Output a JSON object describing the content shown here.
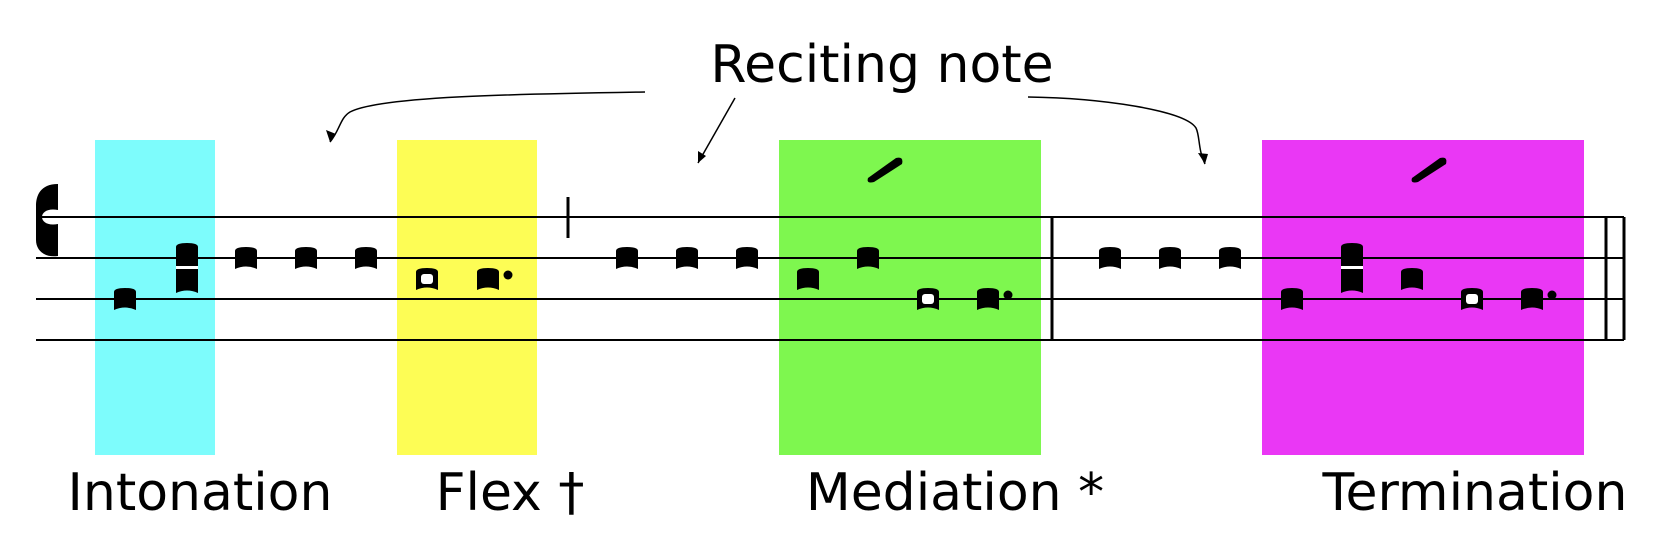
{
  "title_label": "Reciting note",
  "sections": [
    {
      "id": "intonation",
      "label": "Intonation",
      "color": "#7dfcfc"
    },
    {
      "id": "flex",
      "label": "Flex †",
      "color": "#fdfd55"
    },
    {
      "id": "mediation",
      "label": "Mediation *",
      "color": "#7ef74f"
    },
    {
      "id": "termination",
      "label": "Termination",
      "color": "#ea37f5"
    }
  ],
  "colors": {
    "staff": "#000000",
    "note": "#000000",
    "background": "#ffffff"
  },
  "icons": {
    "clef": "do-clef-icon",
    "flex_mark": "flex-bar-icon",
    "accent": "accent-icon"
  }
}
